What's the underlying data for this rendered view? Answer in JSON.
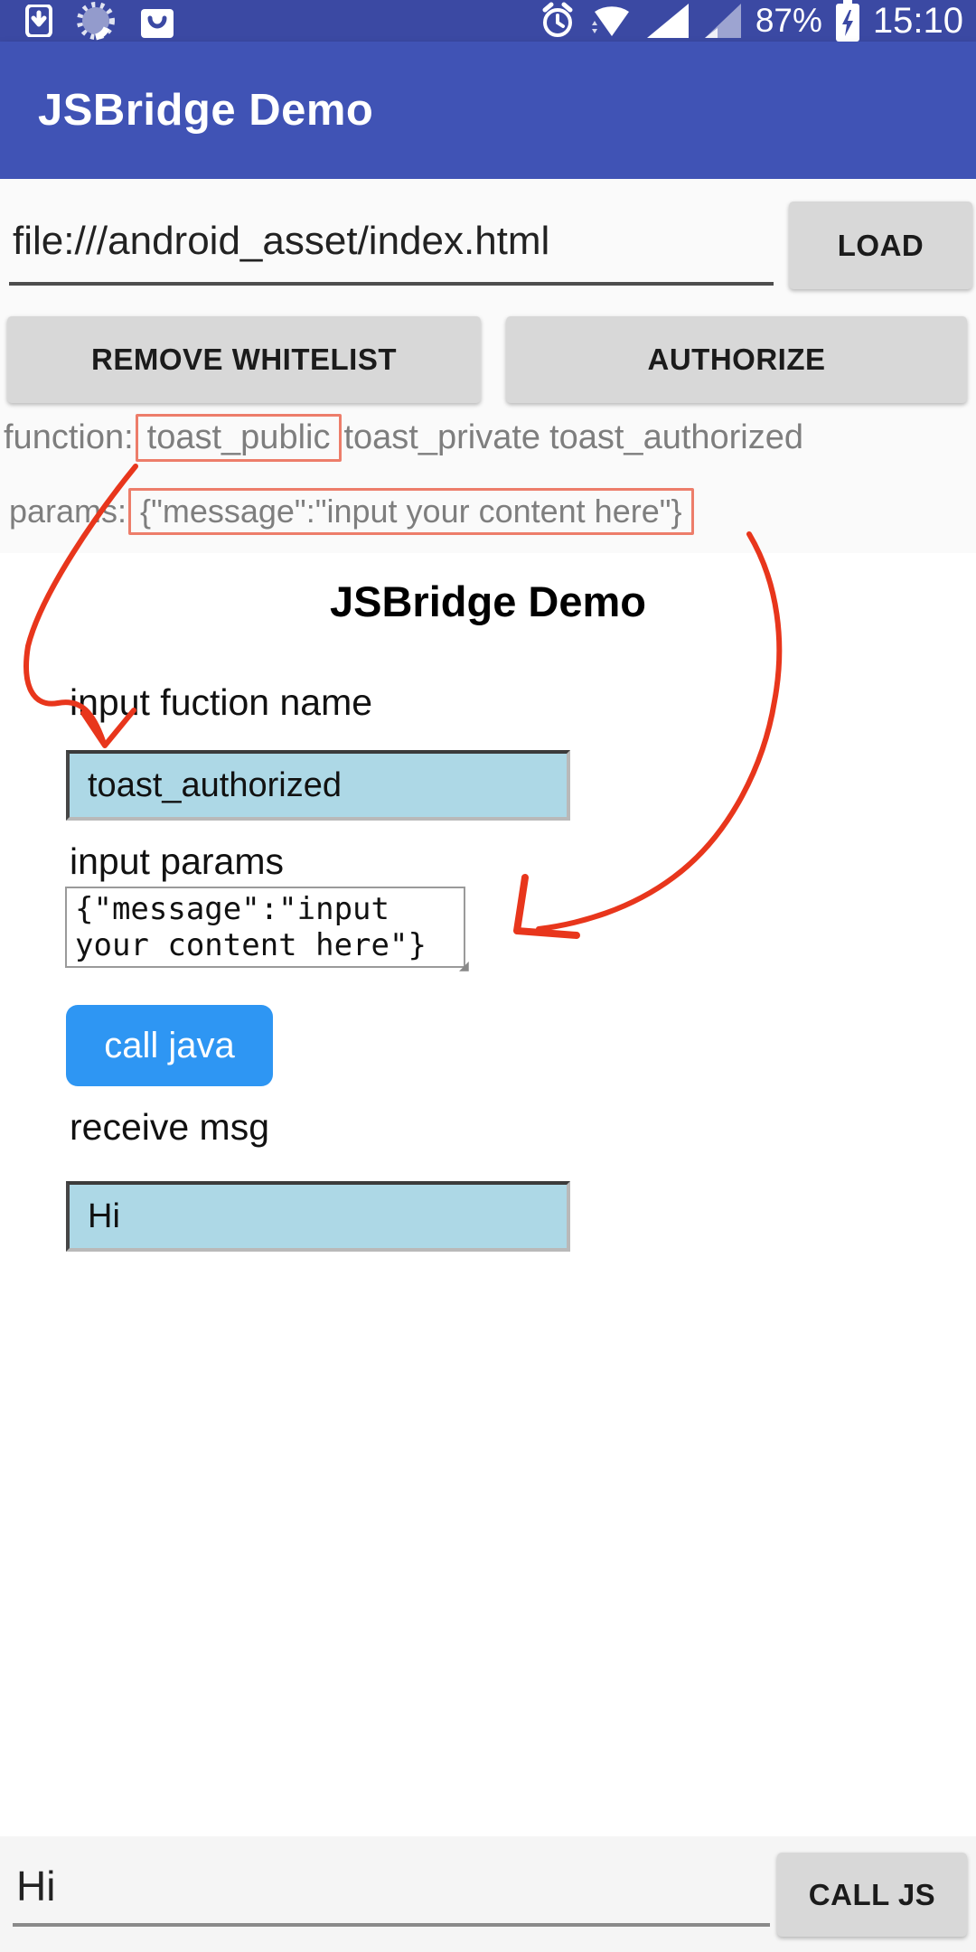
{
  "status_bar": {
    "time": "15:10",
    "battery_percent": "87%",
    "left_icons": [
      "phone-download-icon",
      "loading-spinner-icon",
      "play-store-bag-icon"
    ],
    "right_icons": [
      "alarm-icon",
      "wifi-icon",
      "signal-icon",
      "signal-secondary-icon",
      "battery-charging-icon"
    ]
  },
  "app_bar": {
    "title": "JSBridge Demo"
  },
  "native": {
    "url_input": {
      "value": "file:///android_asset/index.html"
    },
    "load_button": "LOAD",
    "remove_whitelist_button": "REMOVE WHITELIST",
    "authorize_button": "AUTHORIZE",
    "function_row": {
      "label": "function:",
      "highlighted": "toast_public",
      "option2": "toast_private",
      "option3": "toast_authorized"
    },
    "params_row": {
      "label": "params:",
      "value": "{\"message\":\"input your content here\"}"
    }
  },
  "webview": {
    "heading": "JSBridge Demo",
    "function_label": "input fuction name",
    "function_value": "toast_authorized",
    "params_label": "input params",
    "params_value": "{\"message\":\"input\nyour content here\"}",
    "call_java_button": "call java",
    "receive_label": "receive msg",
    "receive_value": "Hi"
  },
  "bottom_bar": {
    "input_value": "Hi",
    "call_js_button": "CALL JS"
  },
  "colors": {
    "status_bar": "#3B49A3",
    "app_bar": "#4053B5",
    "accent_button_blue": "#2E96F3",
    "field_lightblue": "#ADD8E6",
    "highlight_box_border": "#ED7D6A",
    "annotation_arrow_red": "#E8361C",
    "native_button_grey": "#D8D8D8"
  }
}
